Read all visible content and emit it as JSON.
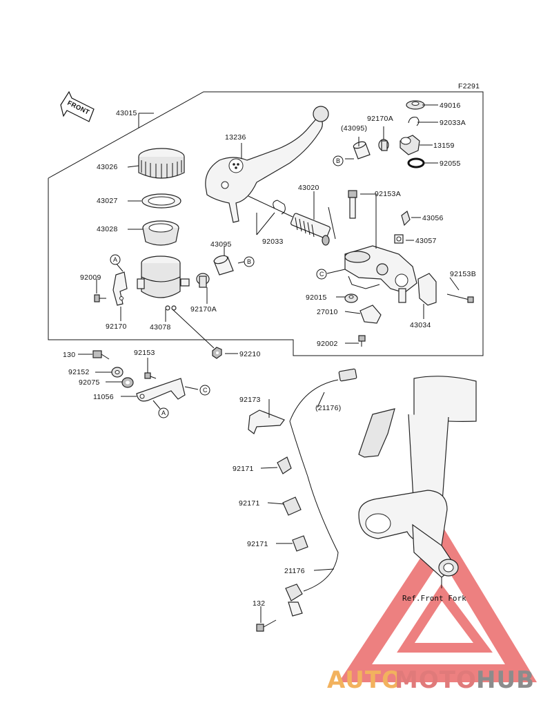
{
  "figure_code": "F2291",
  "front_arrow_label": "FRONT",
  "reference_note": "Ref.Front Fork",
  "watermark": {
    "text_part1": "AUTO",
    "text_part2": "MOTO",
    "text_part3": "HUB",
    "colors": {
      "part1": "#f2b25e",
      "part2": "#e07a7a",
      "part3": "#8c8c8c",
      "triangle": "#ea6a6a"
    }
  },
  "callout_letters": {
    "a": "A",
    "b": "B",
    "c": "C"
  },
  "part_labels": {
    "p43015": "43015",
    "p43026": "43026",
    "p43027": "43027",
    "p43028": "43028",
    "p13236": "13236",
    "p43020": "43020",
    "p92033": "92033",
    "p43095": "43095",
    "p43095_paren": "(43095)",
    "p92009": "92009",
    "p92170": "92170",
    "p92170A": "92170A",
    "p92170A_top": "92170A",
    "p43078": "43078",
    "p92210": "92210",
    "p49016": "49016",
    "p92033A": "92033A",
    "p13159": "13159",
    "p92055": "92055",
    "p92153A": "92153A",
    "p43056": "43056",
    "p43057": "43057",
    "p92153B": "92153B",
    "p92015": "92015",
    "p27010": "27010",
    "p43034": "43034",
    "p92002": "92002",
    "p130": "130",
    "p92153": "92153",
    "p92152": "92152",
    "p92075": "92075",
    "p11056": "11056",
    "p92173": "92173",
    "p21176_paren": "(21176)",
    "p92171_1": "92171",
    "p92171_2": "92171",
    "p92171_3": "92171",
    "p21176": "21176",
    "p132": "132"
  }
}
